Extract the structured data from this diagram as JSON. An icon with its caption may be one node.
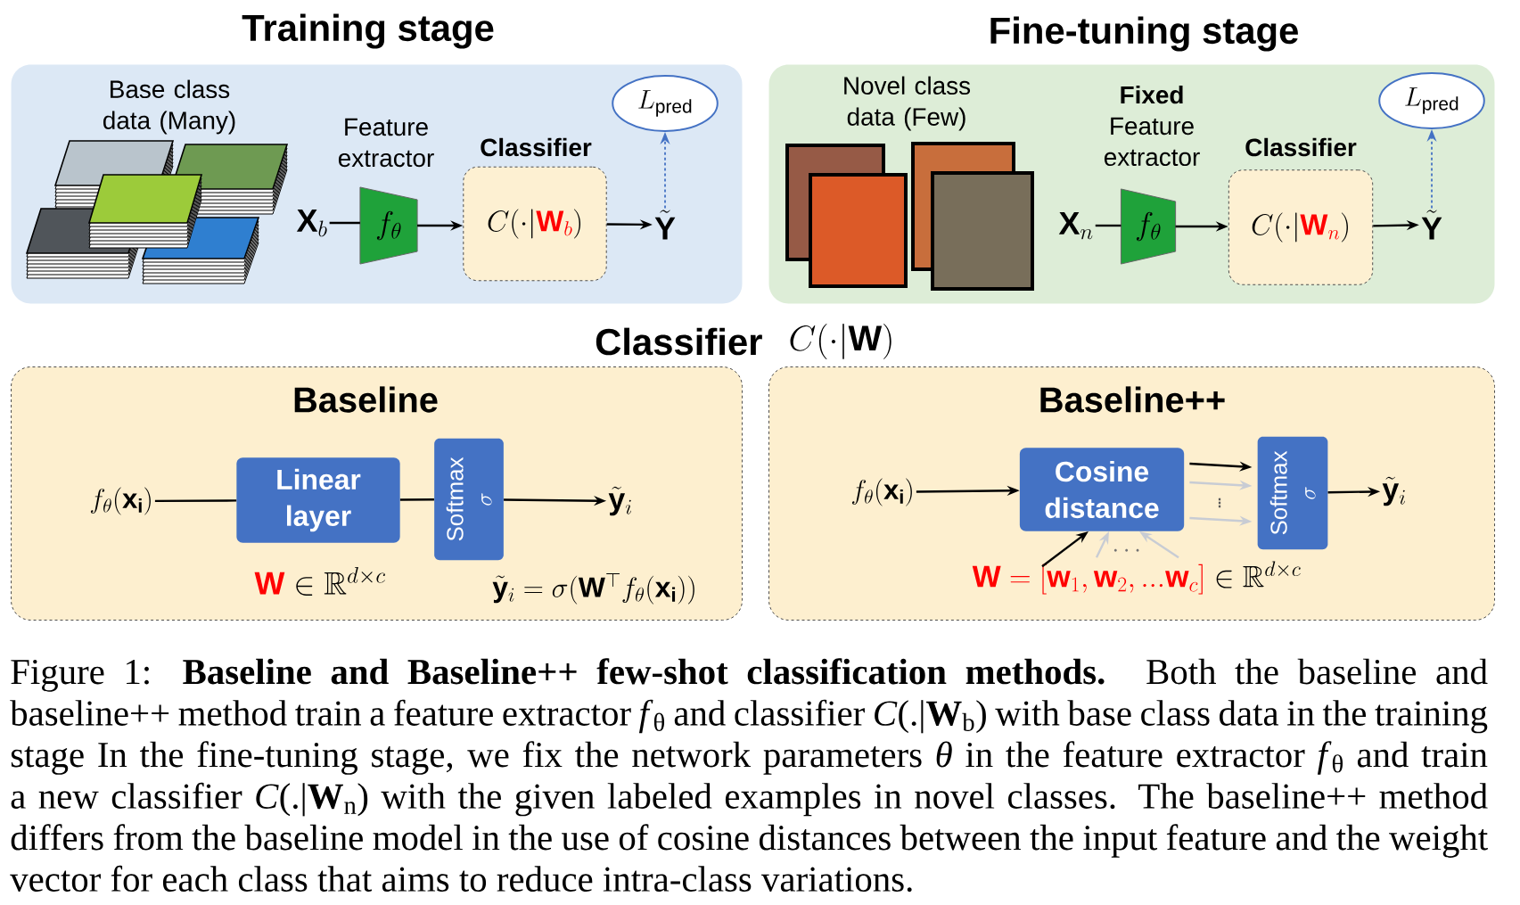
{
  "diagram": {
    "caption": "Figure 1: **Baseline and Baseline++ few-shot classification methods.** Both the baseline and baseline++ method train a feature extractor *f*$_{θ}$ and classifier *C*(.|**W**$_{b}$) with base class data in the training stage In the fine-tuning stage, we fix the network parameters *θ* in the feature extractor *f*$_{θ}$ and train a new classifier *C*(.|**W**$_{n}$) with the given labeled examples in novel classes. The baseline++ method differs from the baseline model in the use of cosine distances between the input feature and the weight vector for each class that aims to reduce intra-class variations.",
    "nodes": [
      {
        "text": [
          "Training stage"
        ]
      },
      {
        "text": [],
        "shape": "picture",
        "in": 0,
        "beside": [
          "Base class data (Many)"
        ]
      },
      {
        "text": [
          "\\mathbf{X}_b"
        ],
        "in": 0
      },
      {
        "text": [
          "f_\\theta"
        ],
        "in": 0,
        "beside": [
          "Feature extractor"
        ]
      },
      {
        "text": [
          "Classifier",
          "C(\\cdot|\\textcolor{red}{\\mathbf{W}_b})"
        ],
        "in": 0
      },
      {
        "text": [
          "\\tilde{\\mathbf{Y}}"
        ],
        "in": 0
      },
      {
        "text": [
          "L_{\\mathrm{pred}}"
        ],
        "in": 0
      },
      {
        "text": [
          "Fine-tuning stage"
        ]
      },
      {
        "text": [],
        "shape": "picture",
        "in": 7,
        "beside": [
          "Novel class data (Few)"
        ]
      },
      {
        "text": [
          "\\mathbf{X}_n"
        ],
        "in": 7
      },
      {
        "text": [
          "f_\\theta"
        ],
        "in": 7,
        "beside": [
          "**Fixed** Feature extractor"
        ]
      },
      {
        "text": [
          "Classifier",
          "C(\\cdot|\\textcolor{red}{\\mathbf{W}_n})"
        ],
        "in": 7
      },
      {
        "text": [
          "\\tilde{\\mathbf{Y}}"
        ],
        "in": 7
      },
      {
        "text": [
          "L_{\\mathrm{pred}}"
        ],
        "in": 7
      },
      {
        "text": [
          "Baseline"
        ]
      },
      {
        "text": [
          "f_\\theta(\\mathbf{x}_\\mathbf{i})"
        ],
        "in": 14
      },
      {
        "text": [
          "Linear layer"
        ],
        "in": 14
      },
      {
        "text": [
          "Softmax",
          "\\sigma"
        ],
        "in": 14
      },
      {
        "text": [
          "\\tilde{\\mathbf{y}}_i"
        ],
        "in": 14
      },
      {
        "text": [
          "Baseline++"
        ]
      },
      {
        "text": [
          "f_\\theta(\\mathbf{x}_\\mathbf{i})"
        ],
        "in": 19
      },
      {
        "text": [
          "Cosine distance"
        ],
        "in": 19
      },
      {
        "text": [
          "Softmax",
          "\\sigma"
        ],
        "in": 19
      },
      {
        "text": [
          "\\tilde{\\mathbf{y}}_i"
        ],
        "in": 19
      },
      {
        "text": [
          "\\textcolor{red}{\\mathbf{W}=[\\mathbf{w}_1,\\mathbf{w}_2,...\\mathbf{w}_c]}\\in\\mathbb{R}^{d\\times c}"
        ],
        "in": 19
      }
    ],
    "edges": [
      {
        "from": 2,
        "to": 3,
        "arrow": "none"
      },
      {
        "from": 3,
        "to": 4,
        "arrow": "to"
      },
      {
        "from": 4,
        "to": 5,
        "arrow": "to"
      },
      {
        "from": 5,
        "to": 6,
        "arrow": "to",
        "style": "dashed",
        "color": "#4472c4"
      },
      {
        "from": 9,
        "to": 10,
        "arrow": "none"
      },
      {
        "from": 10,
        "to": 11,
        "arrow": "to"
      },
      {
        "from": 11,
        "to": 12,
        "arrow": "to"
      },
      {
        "from": 12,
        "to": 13,
        "arrow": "to",
        "style": "dashed",
        "color": "#4472c4"
      },
      {
        "from": 15,
        "to": 16,
        "arrow": "none"
      },
      {
        "from": 16,
        "to": 17,
        "arrow": "none"
      },
      {
        "from": 17,
        "to": 18,
        "arrow": "to"
      },
      {
        "from": 20,
        "to": 21,
        "arrow": "to"
      },
      {
        "from": 21,
        "to": 22,
        "arrow": "to"
      },
      {
        "from": 21,
        "to": 22,
        "arrow": "to",
        "color": "#c8ccd4"
      },
      {
        "from": 21,
        "to": 22,
        "arrow": "to",
        "color": "#c8ccd4"
      },
      {
        "from": 22,
        "to": 23,
        "arrow": "to"
      },
      {
        "from": 24,
        "to": 21,
        "arrow": "to"
      },
      {
        "from": 24,
        "to": 21,
        "arrow": "to",
        "color": "#c8ccd4"
      },
      {
        "from": 24,
        "to": 21,
        "arrow": "to",
        "color": "#c8ccd4"
      }
    ],
    "labels": [
      "Classifier",
      "C(\\cdot|\\mathbf{W})",
      "\\textcolor{red}{\\mathbf{W}}\\in\\mathbb{R}^{d\\times c}",
      "\\tilde{\\mathbf{y}}_i=\\sigma(\\mathbf{W}^\\top f_\\theta(\\mathbf{x}_\\mathbf{i}))",
      "\\cdots",
      "\\vdots"
    ]
  }
}
